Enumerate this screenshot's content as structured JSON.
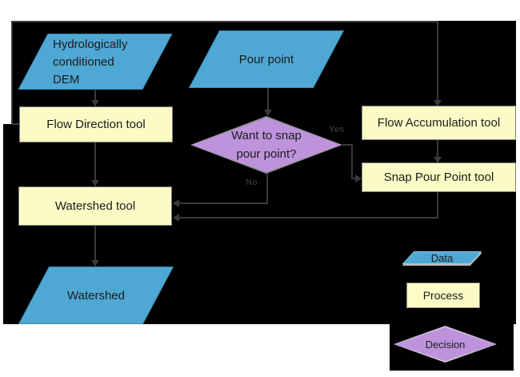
{
  "diagram": {
    "title_hint": "Watershed delineation flowchart",
    "nodes": {
      "dem": "Hydrologically conditioned DEM",
      "pour_point": "Pour point",
      "flow_direction": "Flow Direction tool",
      "flow_accumulation": "Flow Accumulation tool",
      "snap_pour_point": "Snap Pour Point tool",
      "decision": "Want to snap pour point?",
      "watershed_tool": "Watershed tool",
      "watershed": "Watershed"
    },
    "edges": [
      {
        "from": "dem",
        "to": "flow_direction",
        "label": ""
      },
      {
        "from": "pour_point",
        "to": "decision",
        "label": ""
      },
      {
        "from": "flow_direction",
        "to": "flow_accumulation",
        "label": ""
      },
      {
        "from": "flow_accumulation",
        "to": "snap_pour_point",
        "label": ""
      },
      {
        "from": "decision",
        "to": "snap_pour_point",
        "label": "Yes"
      },
      {
        "from": "decision",
        "to": "watershed_tool",
        "label": "No"
      },
      {
        "from": "snap_pour_point",
        "to": "watershed_tool",
        "label": ""
      },
      {
        "from": "flow_direction",
        "to": "watershed_tool",
        "label": ""
      },
      {
        "from": "watershed_tool",
        "to": "watershed",
        "label": ""
      }
    ],
    "edge_labels": {
      "yes": "Yes",
      "no": "No"
    },
    "legend": {
      "data": "Data",
      "process": "Process",
      "decision": "Decision"
    },
    "colors": {
      "data_fill": "#4FA8D4",
      "process_fill": "#FBFBC6",
      "decision_fill": "#BE93DC",
      "connector": "#3A3A3A",
      "canvas": "#000000",
      "page": "#FFFFFF"
    }
  }
}
